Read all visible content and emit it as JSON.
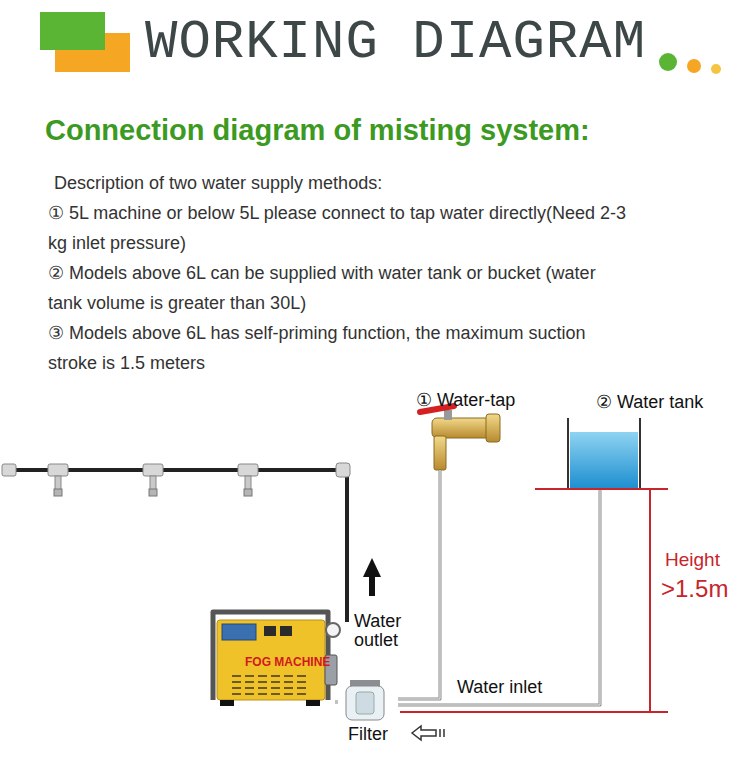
{
  "diagram": {
    "title": "WORKING DIAGRAM",
    "nodes": [
      {
        "text": [
          "FOG MACHINE"
        ]
      },
      {
        "text": [
          "① Water-tap"
        ]
      },
      {
        "text": [
          "② Water tank"
        ]
      },
      {
        "text": [
          "Filter"
        ]
      }
    ],
    "edges": [
      {
        "from": 1,
        "to": 3,
        "arrow": "none"
      },
      {
        "from": 2,
        "to": 3,
        "arrow": "none"
      },
      {
        "from": 3,
        "to": 0,
        "arrow": "none"
      }
    ],
    "labels": [
      "Connection diagram of misting system:",
      "Description of two water supply methods:",
      "① 5L machine or below 5L please connect to tap water directly(Need 2-3 kg inlet pressure)",
      "② Models above 6L can be supplied with water tank or bucket (water tank volume is greater than 30L)",
      "③ Models above 6L has self-priming function, the maximum suction stroke is 1.5 meters",
      "Height",
      ">1.5m",
      "Water outlet",
      "Water inlet"
    ]
  }
}
